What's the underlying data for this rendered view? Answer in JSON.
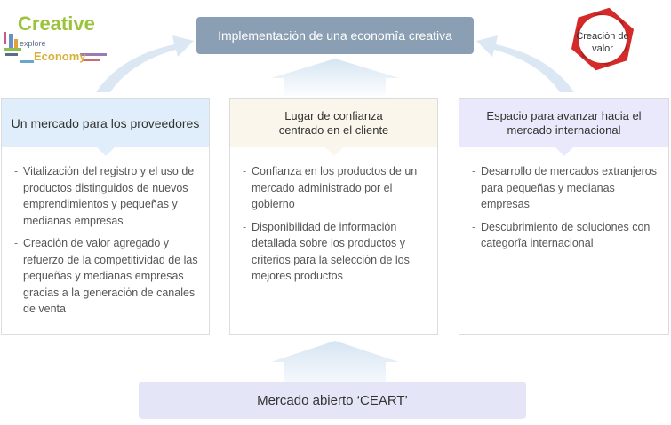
{
  "top_banner": {
    "label": "Implementaciȯn de una economȋa creativa"
  },
  "logo_left": {
    "word1": "Creative",
    "word2": "explore",
    "word3": "Economy"
  },
  "logo_right": {
    "label": "Creaciȯn de valor"
  },
  "columns": [
    {
      "title": "Un mercado para los proveedores",
      "items": [
        "Vitalizaciȯn del registro y el uso de productos distinguidos de nuevos emprendimientos y pequeñas y medianas empresas",
        "Creaciȯn de valor agregado y refuerzo de la competitividad de las pequeñas y medianas empresas gracias a la generaciȯn de canales de venta"
      ]
    },
    {
      "title": "Lugar de confianza centrado en el cliente",
      "items": [
        "Confianza en los productos de un mercado administrado por el gobierno",
        "Disponibilidad de informaciȯn detallada sobre los productos y criterios para la selecciȯn de los mejores productos"
      ]
    },
    {
      "title": "Espacio para avanzar hacia el mercado internacional",
      "items": [
        "Desarrollo de mercados extranjeros para pequeñas y medianas empresas",
        "Descubrimiento de soluciones con categorȋa internacional"
      ]
    }
  ],
  "bottom_banner": {
    "label": "Mercado abierto ‘CEART’"
  },
  "colors": {
    "top_banner": "#8a9fb3",
    "arrow": "#dbe8f4",
    "col1_head": "#dfeefa",
    "col2_head": "#fbf6ec",
    "col3_head": "#e9e9fb",
    "bottom_banner": "#e4e6f8",
    "logo_red": "#d42a2a"
  }
}
